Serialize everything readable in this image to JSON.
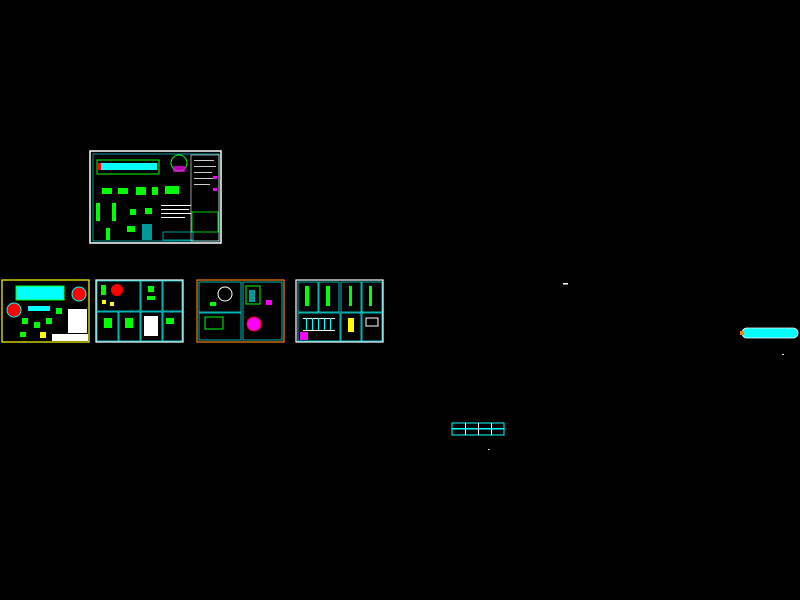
{
  "canvas": {
    "background": "#000000"
  },
  "colors": {
    "frame": "#ffffff",
    "cyan": "#00ffff",
    "green": "#00ff00",
    "red": "#ff0000",
    "magenta": "#ff00ff",
    "yellow": "#ffff00",
    "orange": "#ff8000"
  },
  "sheets": [
    {
      "id": "main-assembly",
      "frame_color": "#ffffff"
    },
    {
      "id": "sheet-1",
      "frame_color": "#ffff00"
    },
    {
      "id": "sheet-2",
      "frame_color": "#ffffff"
    },
    {
      "id": "sheet-3",
      "frame_color": "#ff8000"
    },
    {
      "id": "sheet-4",
      "frame_color": "#ffffff"
    }
  ]
}
